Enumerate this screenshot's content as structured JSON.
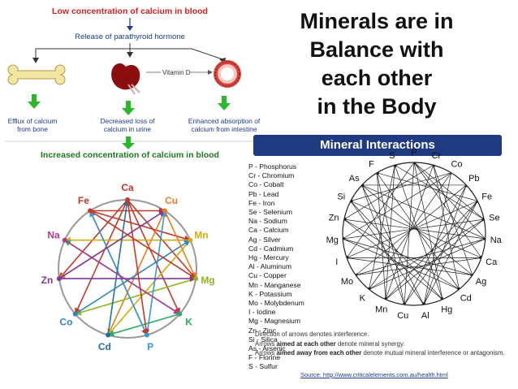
{
  "title": {
    "lines": [
      "Minerals are in",
      "Balance with",
      "each other",
      "in the Body"
    ]
  },
  "calcium_diagram": {
    "top_label": "Low concentration of calcium in blood",
    "hormone_label": "Release of parathyroid hormone",
    "vitamin_label": "Vitamin D",
    "effects": [
      [
        "Efflux of calcium",
        "from bone"
      ],
      [
        "Decreased loss of",
        "calcium in urine"
      ],
      [
        "Enhanced absorption of",
        "calcium from intestine"
      ]
    ],
    "bottom_label": "Increased concentration of calcium in blood",
    "colors": {
      "red_text": "#d42020",
      "blue_text": "#1b3a8a",
      "green_text": "#1c7a1c",
      "arrow_green": "#2bb82b",
      "kidney": "#8b0d0d"
    }
  },
  "mineral_wheel": {
    "nodes": [
      {
        "label": "Ca",
        "color": "#c0392b"
      },
      {
        "label": "Cu",
        "color": "#e67e22"
      },
      {
        "label": "Mn",
        "color": "#d4ac0d"
      },
      {
        "label": "Mg",
        "color": "#8bb61d"
      },
      {
        "label": "K",
        "color": "#27ae60"
      },
      {
        "label": "P",
        "color": "#3498db"
      },
      {
        "label": "Cd",
        "color": "#2471a3"
      },
      {
        "label": "Co",
        "color": "#2e86c1"
      },
      {
        "label": "Zn",
        "color": "#7d3c98"
      },
      {
        "label": "Na",
        "color": "#b03a8e"
      },
      {
        "label": "Fe",
        "color": "#c0392b"
      }
    ],
    "links": [
      [
        0,
        4
      ],
      [
        0,
        3
      ],
      [
        0,
        7
      ],
      [
        0,
        8
      ],
      [
        10,
        1
      ],
      [
        10,
        2
      ],
      [
        10,
        5
      ],
      [
        1,
        6
      ],
      [
        1,
        8
      ],
      [
        2,
        9
      ],
      [
        2,
        6
      ],
      [
        3,
        7
      ],
      [
        4,
        6
      ],
      [
        4,
        9
      ],
      [
        5,
        1
      ],
      [
        5,
        10
      ],
      [
        6,
        0
      ],
      [
        7,
        2
      ],
      [
        8,
        3
      ],
      [
        9,
        4
      ],
      [
        1,
        3
      ],
      [
        10,
        3
      ],
      [
        0,
        5
      ],
      [
        8,
        1
      ]
    ]
  },
  "mineral_interactions": {
    "header": "Mineral  Interactions",
    "header_bg": "#203a82",
    "legend": [
      "P - Phosphorus",
      "Cr - Chromium",
      "Co - Cobalt",
      "Pb - Lead",
      "Fe - Iron",
      "Se - Selenium",
      "Na - Sodium",
      "Ca - Calcium",
      "Ag - Silver",
      "Cd - Cadmium",
      "Hg - Mercury",
      "Al - Aluminum",
      "Cu - Copper",
      "Mn - Manganese",
      "K - Potassium",
      "Mo - Molybdenum",
      "I - Iodine",
      "Mg - Magnesium",
      "Zn - Zinc",
      "Si - Silica",
      "As - Arsenic",
      "F - Florine",
      "S - Sulfur"
    ],
    "nodes": [
      "P",
      "Cr",
      "Co",
      "Pb",
      "Fe",
      "Se",
      "Na",
      "Ca",
      "Ag",
      "Cd",
      "Hg",
      "Al",
      "Cu",
      "Mn",
      "K",
      "Mo",
      "I",
      "Mg",
      "Zn",
      "Si",
      "As",
      "F",
      "S"
    ],
    "links": [
      [
        0,
        12
      ],
      [
        0,
        10
      ],
      [
        0,
        16
      ],
      [
        0,
        7
      ],
      [
        1,
        13
      ],
      [
        1,
        18
      ],
      [
        1,
        9
      ],
      [
        2,
        14
      ],
      [
        2,
        19
      ],
      [
        2,
        11
      ],
      [
        3,
        15
      ],
      [
        3,
        20
      ],
      [
        3,
        12
      ],
      [
        4,
        16
      ],
      [
        4,
        21
      ],
      [
        4,
        13
      ],
      [
        5,
        17
      ],
      [
        5,
        22
      ],
      [
        5,
        14
      ],
      [
        6,
        18
      ],
      [
        6,
        15
      ],
      [
        6,
        0
      ],
      [
        7,
        19
      ],
      [
        7,
        16
      ],
      [
        8,
        20
      ],
      [
        8,
        17
      ],
      [
        8,
        1
      ],
      [
        9,
        21
      ],
      [
        9,
        18
      ],
      [
        10,
        22
      ],
      [
        10,
        19
      ],
      [
        11,
        20
      ],
      [
        11,
        3
      ],
      [
        12,
        21
      ],
      [
        12,
        4
      ],
      [
        13,
        22
      ],
      [
        13,
        5
      ],
      [
        14,
        6
      ],
      [
        15,
        7
      ],
      [
        16,
        8
      ],
      [
        17,
        9
      ],
      [
        18,
        10
      ],
      [
        19,
        11
      ],
      [
        20,
        12
      ],
      [
        21,
        13
      ],
      [
        22,
        14
      ],
      [
        0,
        5
      ],
      [
        2,
        17
      ],
      [
        4,
        11
      ],
      [
        6,
        20
      ]
    ],
    "notes": [
      {
        "text": "Direction of arrows denotes interference.",
        "bold": "",
        "tail": ""
      },
      {
        "text": "Arrows ",
        "bold": "aimed at each other",
        "tail": " denote mineral synergy."
      },
      {
        "text": "Arrows ",
        "bold": "aimed away from each other",
        "tail": " denote mutual mineral interference or antagonism."
      }
    ],
    "source": "Source: http://www.criticalelements.com.au/health.html"
  }
}
